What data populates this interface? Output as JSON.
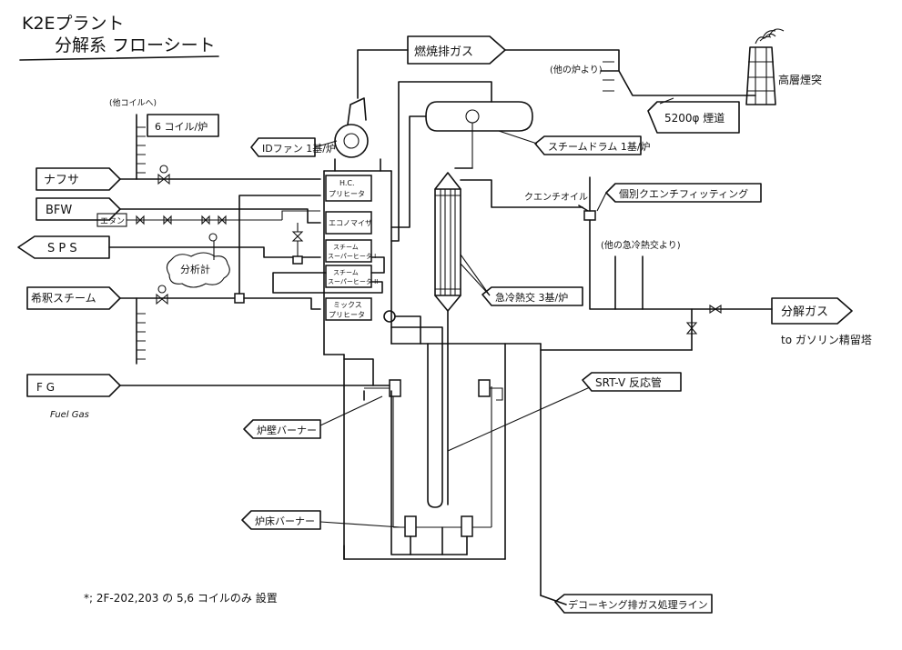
{
  "title": {
    "plant": "K2Eプラント",
    "sheet": "分解系 フローシート"
  },
  "inputs": {
    "naphtha": "ナフサ",
    "bfw": "BFW",
    "sps": "S P S",
    "dilution_steam": "希釈スチーム",
    "fuel_gas": "F G",
    "fuel_gas_note": "Fuel Gas",
    "ethane": "エタン"
  },
  "notes": {
    "other_coils": "(他コイルへ)",
    "coils_per_furnace": "6 コイル/炉",
    "analyzer": "分析計",
    "other_furnaces": "(他の炉より)",
    "other_quench": "(他の急冷熱交より)",
    "quench_oil": "クエンチオイル",
    "footnote": "*; 2F-202,203 の 5,6 コイルのみ 設置",
    "fractionator": "to ガソリン精留塔"
  },
  "convection": {
    "hc_preheater_1": "H.C.",
    "hc_preheater_2": "プリヒータ",
    "economizer": "エコノマイザ",
    "sh1_1": "スチーム",
    "sh1_2": "スーパーヒータ I",
    "sh2_1": "スチーム",
    "sh2_2": "スーパーヒータ II",
    "mix_1": "ミックス",
    "mix_2": "プリヒータ"
  },
  "callouts": {
    "flue_gas": "燃焼排ガス",
    "id_fan": "IDファン 1基/炉",
    "steam_drum": "スチームドラム 1基/炉",
    "quench_fitting": "個別クエンチフィッティング",
    "quench_exchanger": "急冷熱交 3基/炉",
    "cracked_gas": "分解ガス",
    "srt_tube": "SRT-V 反応管",
    "wall_burner": "炉壁バーナー",
    "floor_burner": "炉床バーナー",
    "decoking": "デコーキング排ガス処理ライン",
    "flue_duct": "5200φ 煙道",
    "stack": "高層煙突"
  }
}
